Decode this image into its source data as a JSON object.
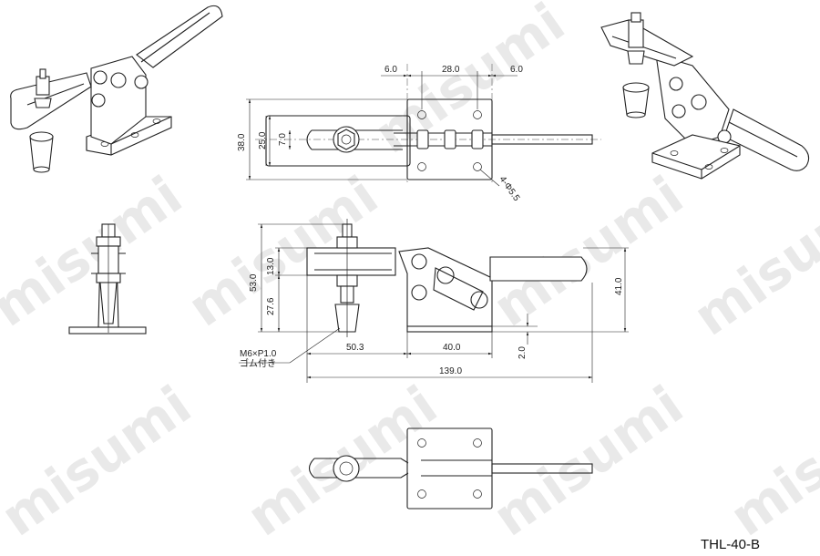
{
  "part_code": "THL-40-B",
  "watermark": "misumi",
  "top_view": {
    "dims": [
      "6.0",
      "28.0",
      "6.0",
      "38.0",
      "25.0",
      "7.0",
      "4-Φ5.5"
    ]
  },
  "front_view": {
    "dims": [
      "53.0",
      "13.0",
      "27.6",
      "41.0",
      "50.3",
      "40.0",
      "2.0",
      "139.0"
    ],
    "note_line1": "M6×P1.0",
    "note_line2": "ゴム付き"
  }
}
